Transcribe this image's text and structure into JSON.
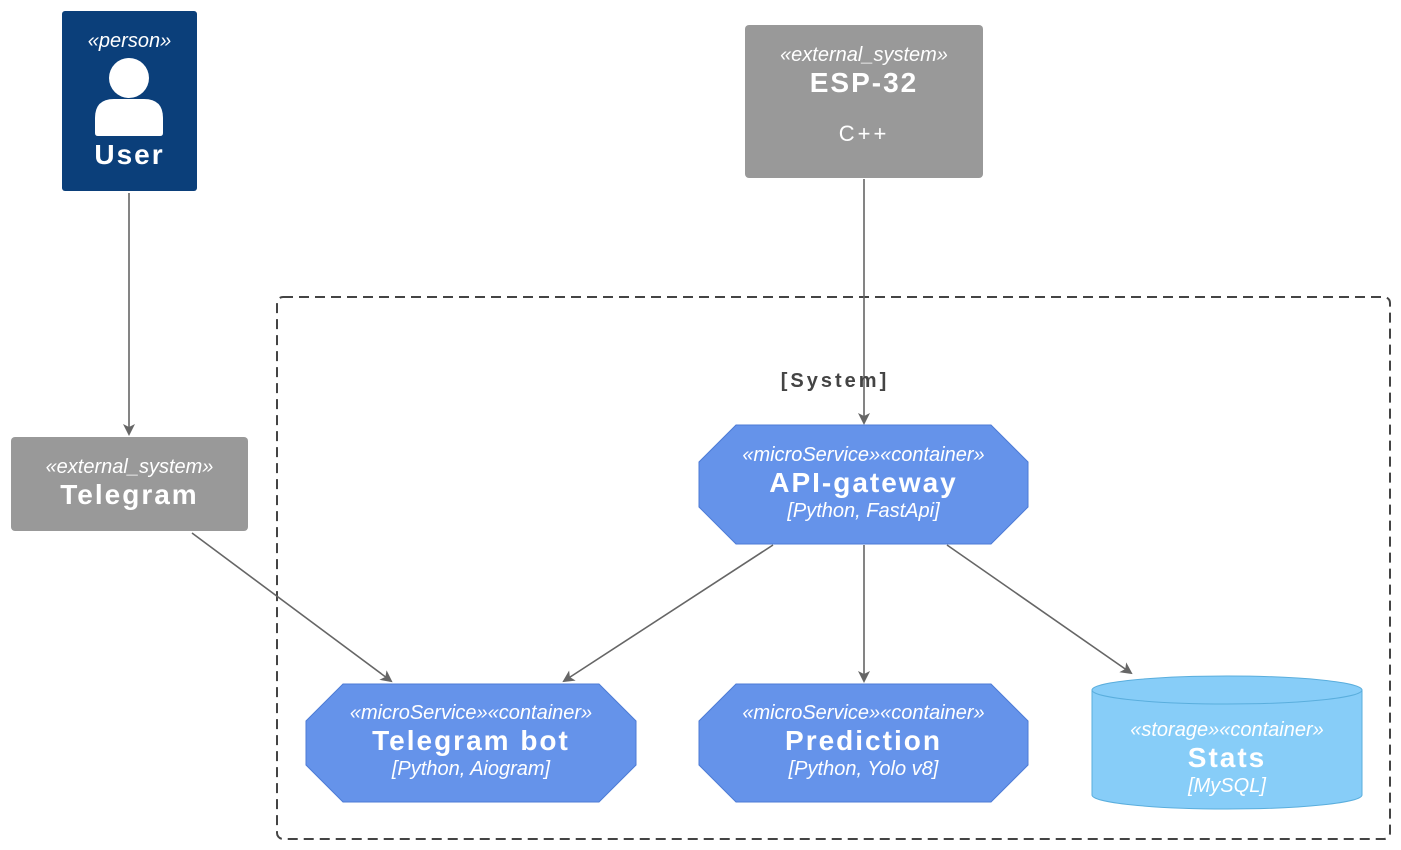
{
  "colors": {
    "person": "#0b3f7a",
    "external_system": "#999999",
    "microservice": "#6593ea",
    "microservice_border": "#4d7bd6",
    "storage": "#87cdf8",
    "storage_border": "#5aaedd",
    "arrow": "#666666",
    "boundary": "#444444",
    "text": "#ffffff"
  },
  "icons": {
    "person": "person-icon"
  },
  "boundary": {
    "label": "[System]"
  },
  "nodes": {
    "user": {
      "stereotype": "«person»",
      "title": "User"
    },
    "esp32": {
      "stereotype": "«external_system»",
      "title": "ESP-32",
      "technology": "C++"
    },
    "telegram": {
      "stereotype": "«external_system»",
      "title": "Telegram"
    },
    "api_gateway": {
      "stereotype": "«microService»«container»",
      "title": "API-gateway",
      "technology": "[Python, FastApi]"
    },
    "telegram_bot": {
      "stereotype": "«microService»«container»",
      "title": "Telegram bot",
      "technology": "[Python, Aiogram]"
    },
    "prediction": {
      "stereotype": "«microService»«container»",
      "title": "Prediction",
      "technology": "[Python, Yolo v8]"
    },
    "stats": {
      "stereotype": "«storage»«container»",
      "title": "Stats",
      "technology": "[MySQL]"
    }
  },
  "edges": [
    {
      "from": "user",
      "to": "telegram"
    },
    {
      "from": "esp32",
      "to": "api_gateway"
    },
    {
      "from": "telegram",
      "to": "telegram_bot"
    },
    {
      "from": "api_gateway",
      "to": "telegram_bot"
    },
    {
      "from": "api_gateway",
      "to": "prediction"
    },
    {
      "from": "api_gateway",
      "to": "stats"
    }
  ]
}
